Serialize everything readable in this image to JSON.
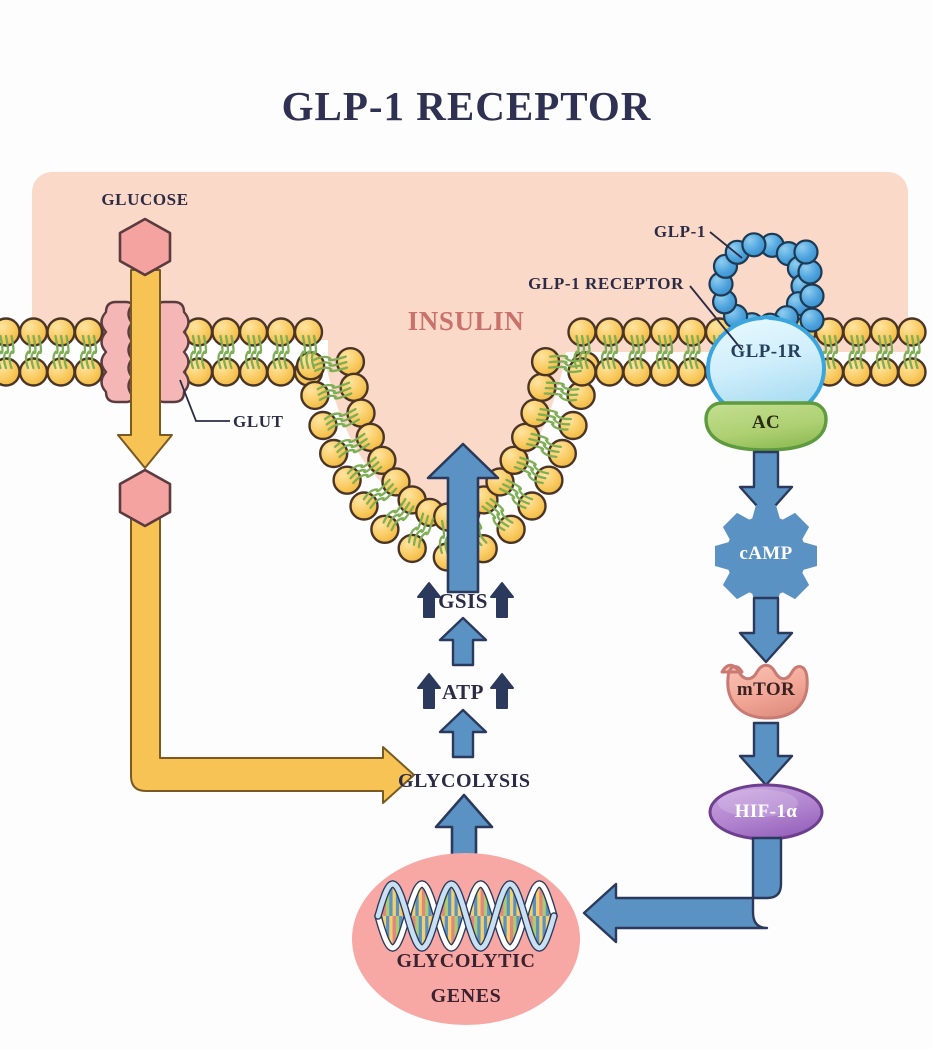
{
  "title": "GLP-1 RECEPTOR",
  "colors": {
    "title": "#2e3152",
    "label_dark": "#2b2b45",
    "cell_bg": "#fbd9c8",
    "insulin_text": "#c9716b",
    "membrane_head": "#f9c95e",
    "membrane_outline": "#4a3426",
    "membrane_tail": "#7fae55",
    "glucose_fill": "#f5a3a0",
    "glucose_outline": "#5a3b3f",
    "glut_light": "#f4b7b5",
    "glut_dark": "#d98e8f",
    "yellow_arrow": "#f7c355",
    "blue_arrow": "#5b92c4",
    "blue_arrow_dark": "#2b3a5c",
    "glp1_bead": "#4da3dd",
    "glp1r_fill": "#d4f0f9",
    "glp1r_edge": "#3ba6dd",
    "ac_fill": "#a8cc6e",
    "ac_edge": "#5e9a3e",
    "camp": "#5b92c4",
    "mtor_fill": "#f3a999",
    "mtor_edge": "#c97a72",
    "hif_fill": "#b184cf",
    "hif_edge": "#6e3f8e",
    "nucleus_fill": "#f8a8a4"
  },
  "cell": {
    "insulin_label": "INSULIN"
  },
  "left": {
    "glucose_label": "GLUCOSE",
    "glut_label": "GLUT"
  },
  "right": {
    "glp1_label": "GLP-1",
    "glp1_receptor_label": "GLP-1 RECEPTOR",
    "glp1r_label": "GLP-1R",
    "ac_label": "AC",
    "camp_label": "cAMP",
    "mtor_label": "mTOR",
    "hif_label": "HIF-1α"
  },
  "center": {
    "gsis_label": "GSIS",
    "atp_label": "ATP",
    "glycolysis_label": "GLYCOLYSIS",
    "genes_label_line1": "GLYCOLYTIC",
    "genes_label_line2": "GENES"
  },
  "pathway": {
    "steps": [
      "GLUCOSE",
      "GLUT",
      "GLYCOLYSIS",
      "ATP",
      "GSIS",
      "INSULIN",
      "GLP-1",
      "GLP-1R",
      "AC",
      "cAMP",
      "mTOR",
      "HIF-1α",
      "GLYCOLYTIC GENES"
    ]
  }
}
